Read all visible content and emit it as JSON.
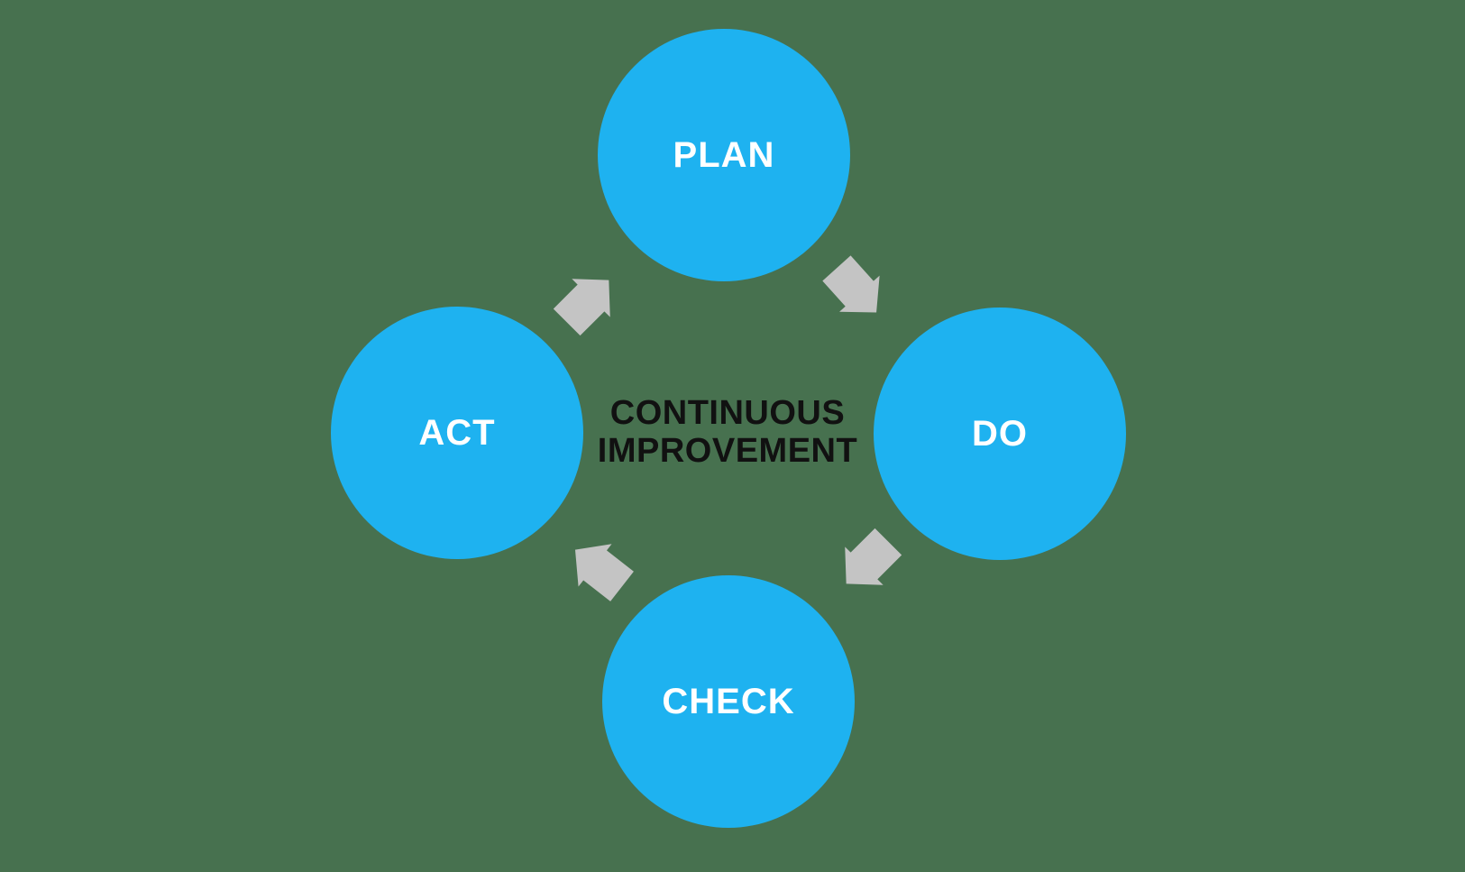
{
  "diagram": {
    "name": "PDCA continuous improvement cycle",
    "type": "cycle-diagram",
    "center": {
      "line1": "CONTINUOUS",
      "line2": "IMPROVEMENT"
    },
    "nodes": [
      {
        "id": "plan",
        "label": "PLAN"
      },
      {
        "id": "do",
        "label": "DO"
      },
      {
        "id": "check",
        "label": "CHECK"
      },
      {
        "id": "act",
        "label": "ACT"
      }
    ],
    "arrows": [
      {
        "id": "act-to-plan",
        "from": "ACT",
        "to": "PLAN",
        "direction": "up-right"
      },
      {
        "id": "plan-to-do",
        "from": "PLAN",
        "to": "DO",
        "direction": "down-right"
      },
      {
        "id": "do-to-check",
        "from": "DO",
        "to": "CHECK",
        "direction": "down-left"
      },
      {
        "id": "check-to-act",
        "from": "CHECK",
        "to": "ACT",
        "direction": "up-left"
      }
    ],
    "colors": {
      "background": "#47714F",
      "circle_fill": "#1EB2F0",
      "circle_text": "#FFFFFF",
      "arrow_fill": "#C4C4C4",
      "center_text": "#111111"
    }
  }
}
